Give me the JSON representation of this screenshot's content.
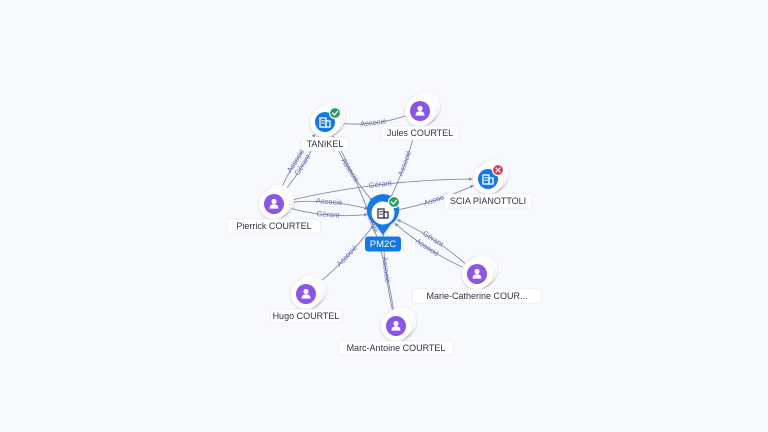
{
  "graph": {
    "center": {
      "label": "PM2C",
      "icon": "building-icon",
      "status": "active",
      "color": "#1479e6"
    },
    "nodes": [
      {
        "id": "tanikel",
        "label": "TANIKEL",
        "kind": "company",
        "status": "active"
      },
      {
        "id": "jules",
        "label": "Jules COURTEL",
        "kind": "person"
      },
      {
        "id": "scia",
        "label": "SCIA PIANOTTOLI",
        "kind": "company",
        "status": "closed"
      },
      {
        "id": "pierrick",
        "label": "Pierrick COURTEL",
        "kind": "person"
      },
      {
        "id": "marie",
        "label": "Marie-Catherine COUR...",
        "kind": "person"
      },
      {
        "id": "hugo",
        "label": "Hugo COURTEL",
        "kind": "person"
      },
      {
        "id": "marc",
        "label": "Marc-Antoine COURTEL",
        "kind": "person"
      }
    ],
    "edges": [
      {
        "from": "jules",
        "to": "tanikel",
        "label": "Associé"
      },
      {
        "from": "tanikel",
        "to": "pm2c",
        "label": "Associé"
      },
      {
        "from": "jules",
        "to": "pm2c",
        "label": "Associé"
      },
      {
        "from": "pierrick",
        "to": "tanikel",
        "label": "Gérant"
      },
      {
        "from": "pierrick",
        "to": "tanikel",
        "label": "Associé"
      },
      {
        "from": "pierrick",
        "to": "pm2c",
        "label": "Gérant"
      },
      {
        "from": "pierrick",
        "to": "pm2c",
        "label": "Associé"
      },
      {
        "from": "pierrick",
        "to": "scia",
        "label": "Gérant"
      },
      {
        "from": "pm2c",
        "to": "scia",
        "label": "Associé"
      },
      {
        "from": "marie",
        "to": "pm2c",
        "label": "Gérant"
      },
      {
        "from": "marie",
        "to": "pm2c",
        "label": "Associé"
      },
      {
        "from": "hugo",
        "to": "pm2c",
        "label": "Associé"
      },
      {
        "from": "marc",
        "to": "pm2c",
        "label": "Associé"
      },
      {
        "from": "marc",
        "to": "tanikel",
        "label": "Associé"
      }
    ],
    "colors": {
      "person": "#8b55e6",
      "company": "#1479e6",
      "active_badge": "#21a05a",
      "closed_badge": "#e0304a",
      "edge": "#6f7a9a",
      "edge_label": "#6b6fb8"
    }
  }
}
